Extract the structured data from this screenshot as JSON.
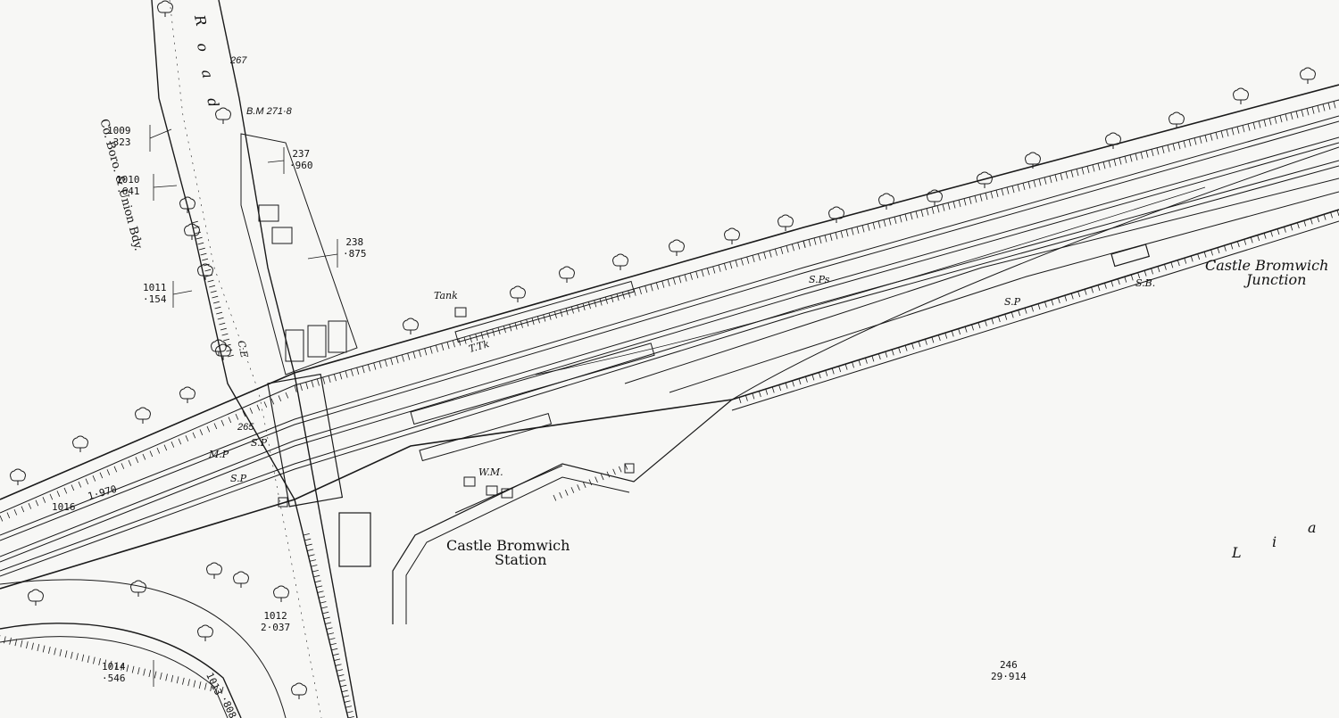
{
  "map": {
    "colors": {
      "ink": "#1a1a1a",
      "paper": "#f7f7f5"
    },
    "places": {
      "station": [
        "Castle Bromwich",
        "Station"
      ],
      "junction": [
        "Castle Bromwich",
        "Junction"
      ],
      "field_letters": [
        "L",
        "i",
        "a"
      ]
    },
    "road": {
      "name_letters": [
        "R",
        "o",
        "a",
        "d"
      ],
      "boundary": "Co. Boro. & Union Bdy."
    },
    "annotations": {
      "tank": "Tank",
      "bm": "B.M 271·8",
      "sps": "S.Ps",
      "sp_right": "S.P",
      "sp_left": "S.P",
      "sp_lower": "S.P",
      "mp": "M.P",
      "sb": "S.B.",
      "wm": "W.M.",
      "tk": "T.Tk",
      "ce": "C.E"
    },
    "spot_heights": {
      "h267": "267",
      "h265": "265"
    },
    "parcels": [
      {
        "id": "1009",
        "area": "·323"
      },
      {
        "id": "1010",
        "area": "·641"
      },
      {
        "id": "1011",
        "area": "·154"
      },
      {
        "id": "237",
        "area": "·960"
      },
      {
        "id": "238",
        "area": "·875"
      },
      {
        "id": "1012",
        "area": "2·037"
      },
      {
        "id": "1014",
        "area": "·546"
      },
      {
        "id": "246",
        "area": "29·914"
      }
    ],
    "inline_parcels": {
      "p1016": "1016",
      "p1016_area": "1·970",
      "p1013": "1013",
      "p1013_area": "·808"
    }
  }
}
